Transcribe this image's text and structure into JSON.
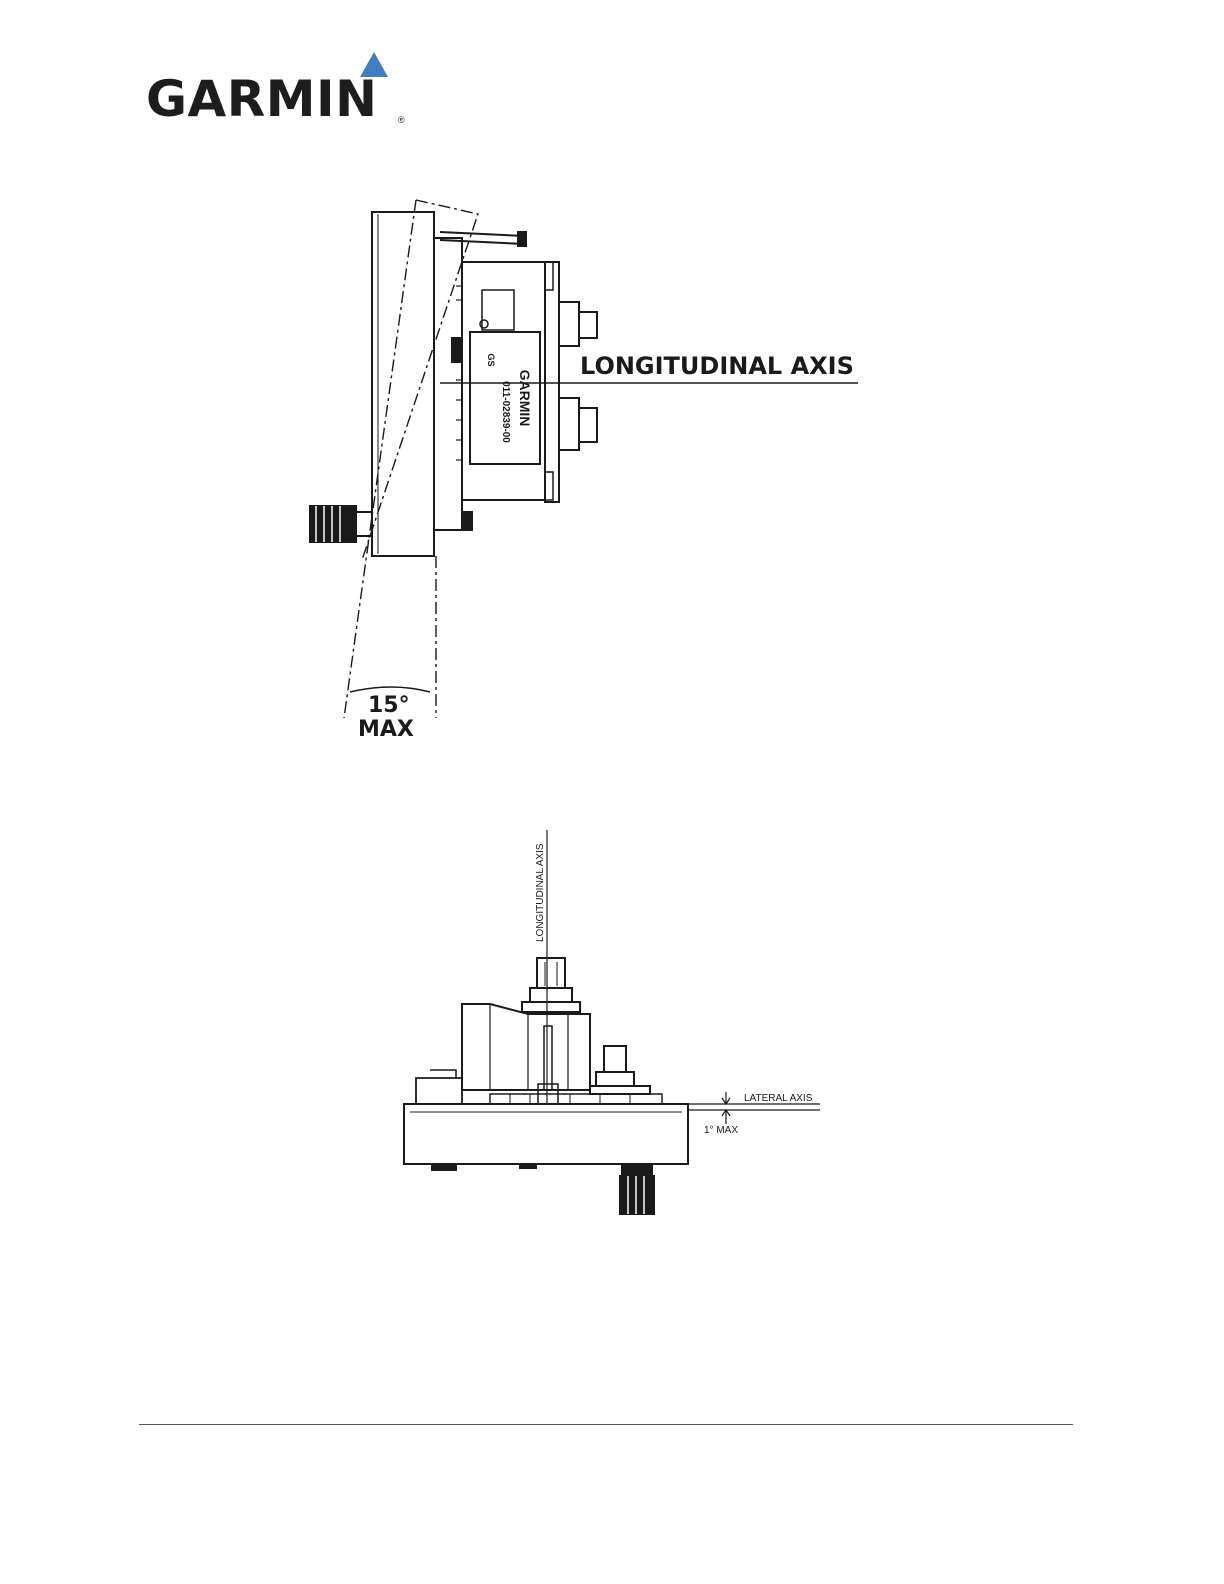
{
  "brand": {
    "name": "GARMIN",
    "registered_mark": "®",
    "accent_color": "#3f7fbf"
  },
  "figure_side": {
    "unit_label_brand": "GARMIN",
    "unit_part_number": "011-02839-00",
    "unit_code": "GS",
    "axis_label": "LONGITUDINAL AXIS",
    "angle_value": "15°",
    "angle_qualifier": "MAX"
  },
  "figure_top": {
    "vertical_axis_label": "LONGITUDINAL AXIS",
    "horizontal_axis_label": "LATERAL AXIS",
    "tolerance_label": "1° MAX"
  }
}
